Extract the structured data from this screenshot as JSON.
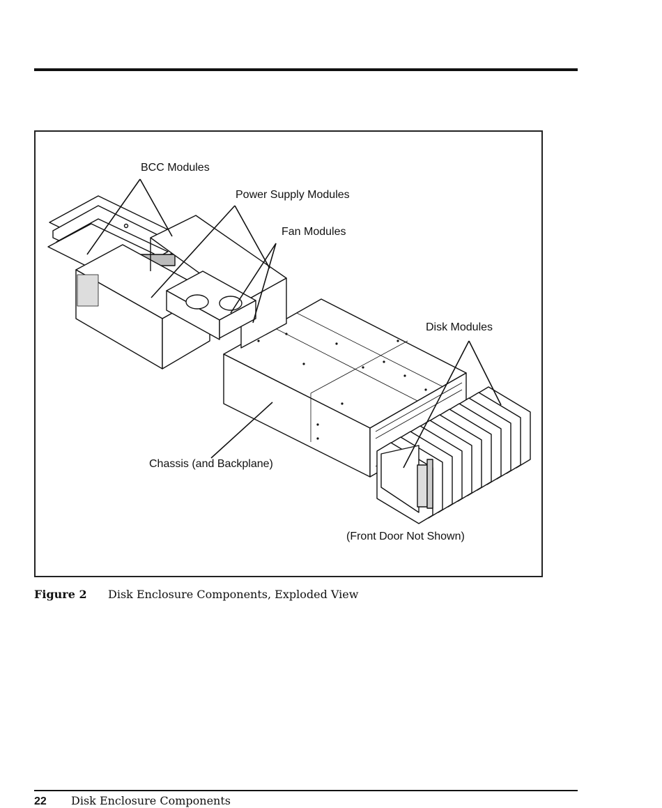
{
  "figure": {
    "labels": {
      "bcc_modules": "BCC Modules",
      "power_supply_modules": "Power Supply Modules",
      "fan_modules": "Fan Modules",
      "disk_modules": "Disk Modules",
      "chassis": "Chassis (and Backplane)",
      "front_door_note": "(Front Door Not Shown)"
    },
    "caption_number": "Figure 2",
    "caption_text": "Disk Enclosure Components, Exploded View"
  },
  "footer": {
    "page_number": "22",
    "section_title": "Disk Enclosure Components"
  }
}
